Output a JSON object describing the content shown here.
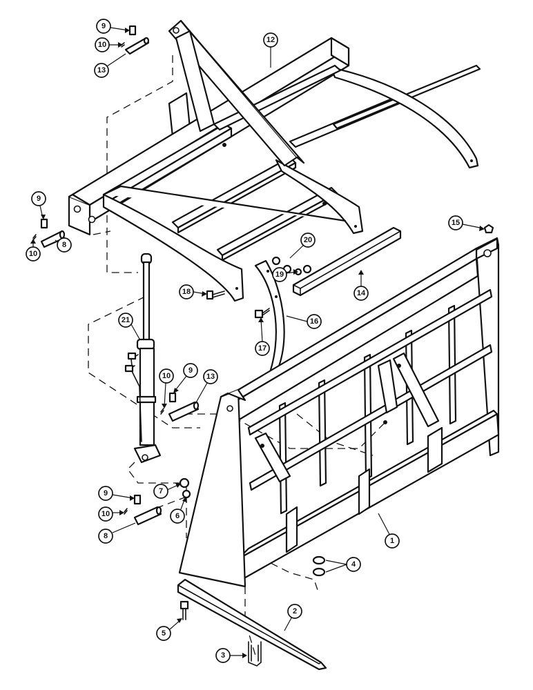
{
  "diagram": {
    "callouts": [
      {
        "id": "c1",
        "label": "1"
      },
      {
        "id": "c2",
        "label": "2"
      },
      {
        "id": "c3",
        "label": "3"
      },
      {
        "id": "c4",
        "label": "4"
      },
      {
        "id": "c5",
        "label": "5"
      },
      {
        "id": "c6",
        "label": "6"
      },
      {
        "id": "c7",
        "label": "7"
      },
      {
        "id": "c8a",
        "label": "8"
      },
      {
        "id": "c8b",
        "label": "8"
      },
      {
        "id": "c9a",
        "label": "9"
      },
      {
        "id": "c9b",
        "label": "9"
      },
      {
        "id": "c9c",
        "label": "9"
      },
      {
        "id": "c9d",
        "label": "9"
      },
      {
        "id": "c10a",
        "label": "10"
      },
      {
        "id": "c10b",
        "label": "10"
      },
      {
        "id": "c10c",
        "label": "10"
      },
      {
        "id": "c10d",
        "label": "10"
      },
      {
        "id": "c12",
        "label": "12"
      },
      {
        "id": "c13a",
        "label": "13"
      },
      {
        "id": "c13b",
        "label": "13"
      },
      {
        "id": "c14",
        "label": "14"
      },
      {
        "id": "c15",
        "label": "15"
      },
      {
        "id": "c16",
        "label": "16"
      },
      {
        "id": "c17",
        "label": "17"
      },
      {
        "id": "c18",
        "label": "18"
      },
      {
        "id": "c19",
        "label": "19"
      },
      {
        "id": "c20",
        "label": "20"
      },
      {
        "id": "c21",
        "label": "21"
      }
    ]
  }
}
